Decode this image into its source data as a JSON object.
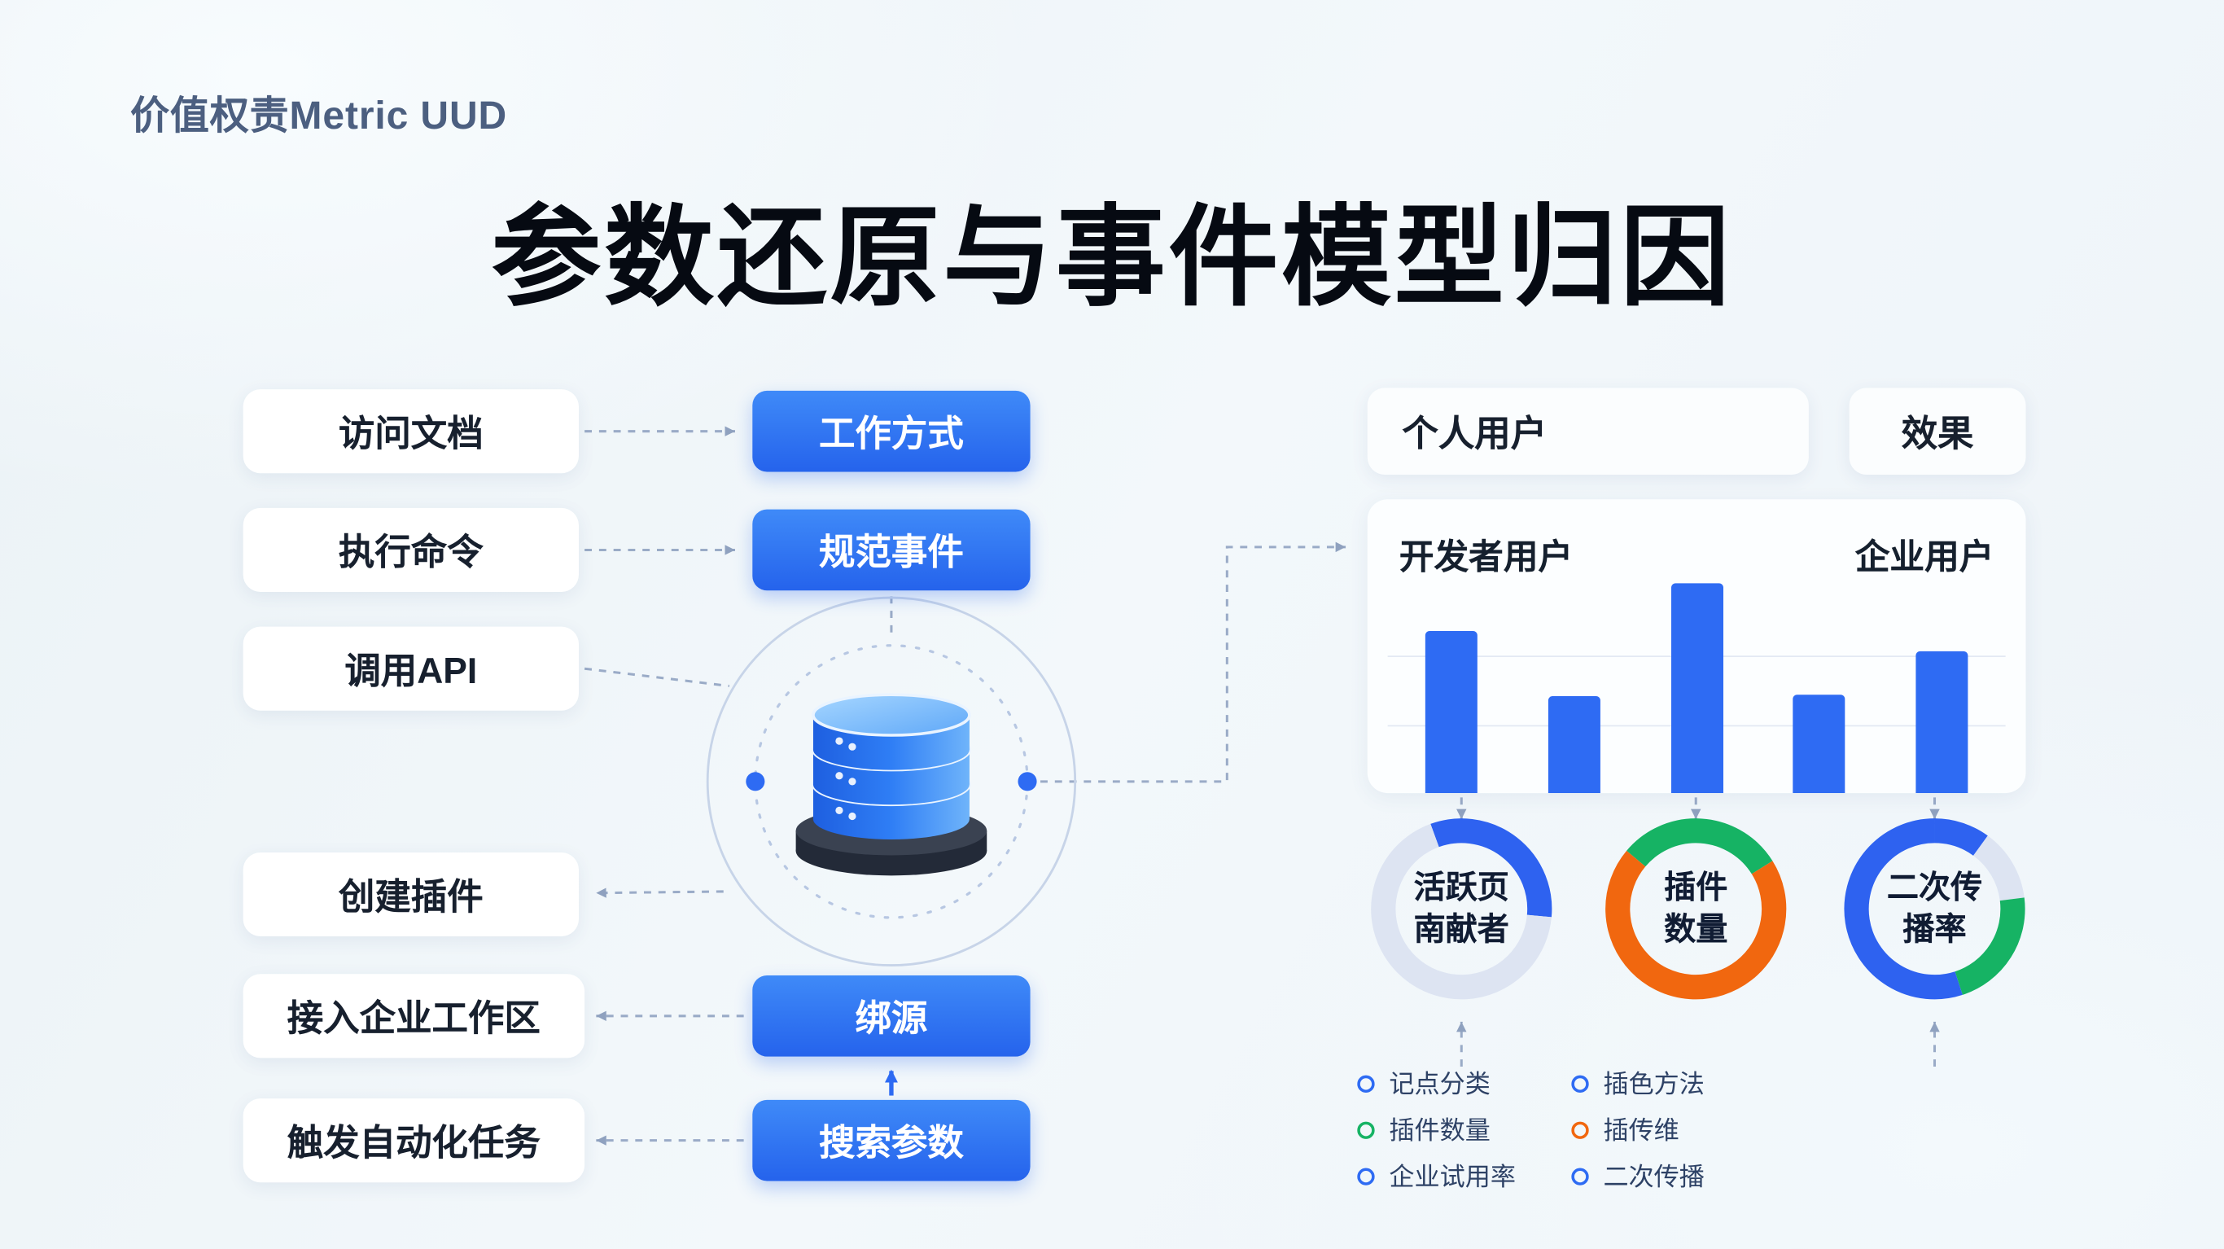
{
  "page": {
    "eyebrow": "价值权责Metric UUD",
    "title": "参数还原与事件模型归因"
  },
  "left_flow": {
    "inputs": [
      {
        "label": "访问文档"
      },
      {
        "label": "执行命令"
      },
      {
        "label": "调用API"
      }
    ],
    "blue_top": [
      {
        "label": "工作方式"
      },
      {
        "label": "规范事件"
      }
    ],
    "outputs": [
      {
        "label": "创建插件"
      },
      {
        "label": "接入企业工作区"
      },
      {
        "label": "触发自动化任务"
      }
    ],
    "blue_bottom": [
      {
        "label": "绑源"
      },
      {
        "label": "搜索参数"
      }
    ]
  },
  "right_panel": {
    "personal_card": "个人用户",
    "effect_card": "效果"
  },
  "legend": {
    "columns": [
      {
        "items": [
          {
            "label": "记点分类",
            "color": "#2e6bf3"
          },
          {
            "label": "插件数量",
            "color": "#16b364"
          },
          {
            "label": "企业试用率",
            "color": "#2e6bf3"
          }
        ]
      },
      {
        "items": [
          {
            "label": "插色方法",
            "color": "#2e6bf3"
          },
          {
            "label": "插传维",
            "color": "#f1670f"
          },
          {
            "label": "二次传播",
            "color": "#2e6bf3"
          }
        ]
      }
    ]
  },
  "chart_data": [
    {
      "type": "bar",
      "series_label_left": "开发者用户",
      "series_label_right": "企业用户",
      "values": [
        112,
        67,
        145,
        68,
        98
      ],
      "bar_color": "#2e6bf3",
      "ylim": [
        0,
        160
      ],
      "gridlines": true,
      "legend_position": "top"
    },
    {
      "type": "donut",
      "label_lines": [
        "活跃页",
        "南献者"
      ],
      "rotate": -20,
      "segments": [
        {
          "name": "filled",
          "color": "#2e62f0",
          "value": 32
        },
        {
          "name": "remainder",
          "color": "#dde4f2",
          "value": 68
        }
      ]
    },
    {
      "type": "donut",
      "label_lines": [
        "插件",
        "数量"
      ],
      "rotate": -50,
      "segments": [
        {
          "name": "green",
          "color": "#16b364",
          "value": 30
        },
        {
          "name": "orange",
          "color": "#f1670f",
          "value": 70
        }
      ]
    },
    {
      "type": "donut",
      "label_lines": [
        "二次传",
        "播率"
      ],
      "rotate": 0,
      "segments": [
        {
          "name": "blue-a",
          "color": "#2e62f0",
          "value": 10
        },
        {
          "name": "light",
          "color": "#dde4f2",
          "value": 13
        },
        {
          "name": "green",
          "color": "#16b364",
          "value": 22
        },
        {
          "name": "blue-b",
          "color": "#2e62f0",
          "value": 55
        }
      ]
    }
  ]
}
